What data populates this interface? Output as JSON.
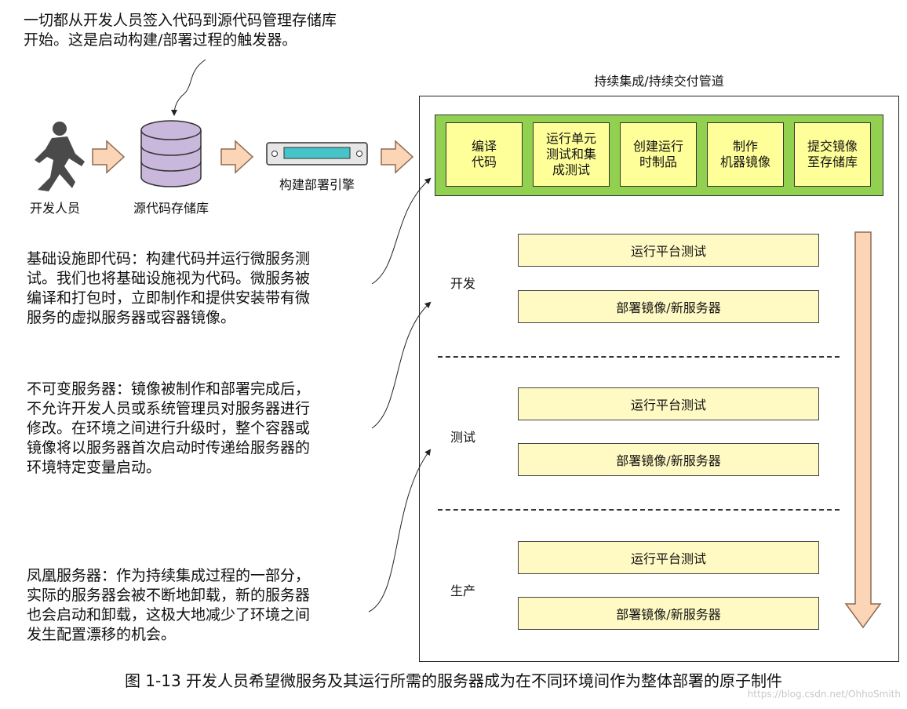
{
  "notes": {
    "top": "一切都从开发人员签入代码到源代码管理存储库\n开始。这是启动构建/部署过程的触发器。",
    "iac": "基础设施即代码：构建代码并运行微服务测\n试。我们也将基础设施视为代码。微服务被\n编译和打包时，立即制作和提供安装带有微\n服务的虚拟服务器或容器镜像。",
    "immutable": "不可变服务器：镜像被制作和部署完成后，\n不允许开发人员或系统管理员对服务器进行\n修改。在环境之间进行升级时，整个容器或\n镜像将以服务器首次启动时传递给服务器的\n环境特定变量启动。",
    "phoenix": "凤凰服务器：作为持续集成过程的一部分，\n实际的服务器会被不断地卸载，新的服务器\n也会启动和卸载，这极大地减少了环境之间\n发生配置漂移的机会。"
  },
  "actors": {
    "developer": "开发人员",
    "repo": "源代码存储库",
    "engine": "构建部署引擎"
  },
  "pipeline": {
    "title": "持续集成/持续交付管道",
    "stages": [
      "编译\n代码",
      "运行单元\n测试和集\n成测试",
      "创建运行\n时制品",
      "制作\n机器镜像",
      "提交镜像\n至存储库"
    ]
  },
  "environments": [
    {
      "name": "开发",
      "test": "运行平台测试",
      "deploy": "部署镜像/新服务器"
    },
    {
      "name": "测试",
      "test": "运行平台测试",
      "deploy": "部署镜像/新服务器"
    },
    {
      "name": "生产",
      "test": "运行平台测试",
      "deploy": "部署镜像/新服务器"
    }
  ],
  "caption": "图 1-13   开发人员希望微服务及其运行所需的服务器成为在不同环境间作为整体部署的原子制件",
  "watermark": "https://blog.csdn.net/OhhoSmith",
  "colors": {
    "stage_bar": "#92d050",
    "stage_box": "#ffff99",
    "env_box": "#fff9c4",
    "db": "#c9b8dc",
    "arrow_fill": "#fbd5b5",
    "arrow_stroke": "#8b6b54",
    "engine_screen": "#46c4c8"
  }
}
